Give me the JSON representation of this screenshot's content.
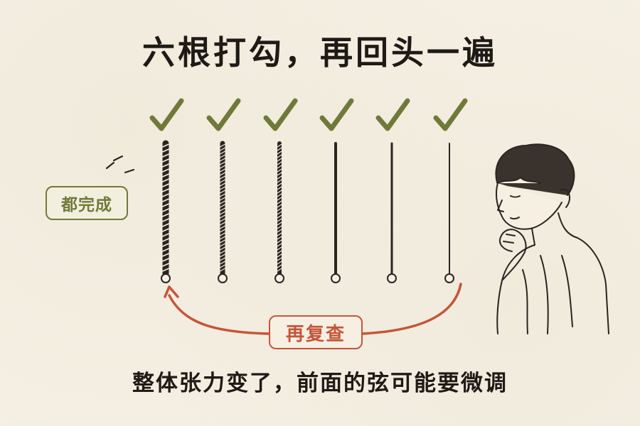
{
  "title": "六根打勾，再回头一遍",
  "badge_done": "都完成",
  "badge_recheck": "再复查",
  "caption": "整体张力变了，前面的弦可能要微调",
  "strings": [
    {
      "checked": true
    },
    {
      "checked": true
    },
    {
      "checked": true
    },
    {
      "checked": true
    },
    {
      "checked": true
    },
    {
      "checked": true
    }
  ],
  "colors": {
    "check": "#6f7a3a",
    "arrow": "#c4553a",
    "ink": "#2a2420"
  }
}
